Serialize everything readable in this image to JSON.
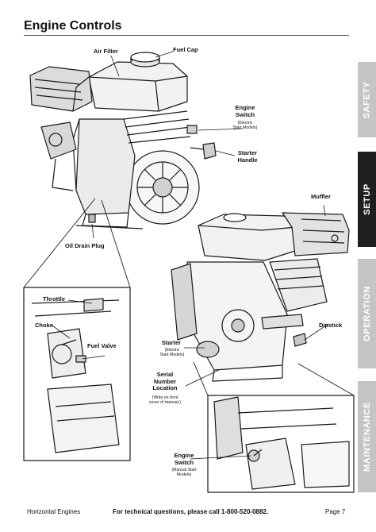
{
  "header": {
    "title": "Engine Controls"
  },
  "tabs": [
    {
      "label": "SAFETY",
      "active": false
    },
    {
      "label": "SETUP",
      "active": true
    },
    {
      "label": "OPERATION",
      "active": false
    },
    {
      "label": "MAINTENANCE",
      "active": false
    }
  ],
  "labels": {
    "air_filter": "Air Filter",
    "fuel_cap": "Fuel Cap",
    "engine_switch_1": "Engine",
    "engine_switch_2": "Switch",
    "engine_switch_note_1": "(Electric",
    "engine_switch_note_2": "Start Models)",
    "starter_handle_1": "Starter",
    "starter_handle_2": "Handle",
    "muffler": "Muffler",
    "oil_drain_plug": "Oil Drain Plug",
    "throttle": "Throttle",
    "choke": "Choke",
    "fuel_valve": "Fuel Valve",
    "dipstick": "Dipstick",
    "starter": "Starter",
    "starter_note_1": "(Electric",
    "starter_note_2": "Start Models)",
    "serial_1": "Serial",
    "serial_2": "Number",
    "serial_3": "Location",
    "serial_note_1": "(Write on front",
    "serial_note_2": "cover of manual.)",
    "engine_switch_manual_1": "Engine",
    "engine_switch_manual_2": "Switch",
    "engine_switch_manual_note_1": "(Manual Start",
    "engine_switch_manual_note_2": "Models)"
  },
  "footer": {
    "left": "Horizontal Engines",
    "center": "For technical questions, please call 1-800-520-0882.",
    "right": "Page 7"
  },
  "colors": {
    "tab_active": "#1f1f1f",
    "tab_inactive": "#c4c4c4"
  }
}
